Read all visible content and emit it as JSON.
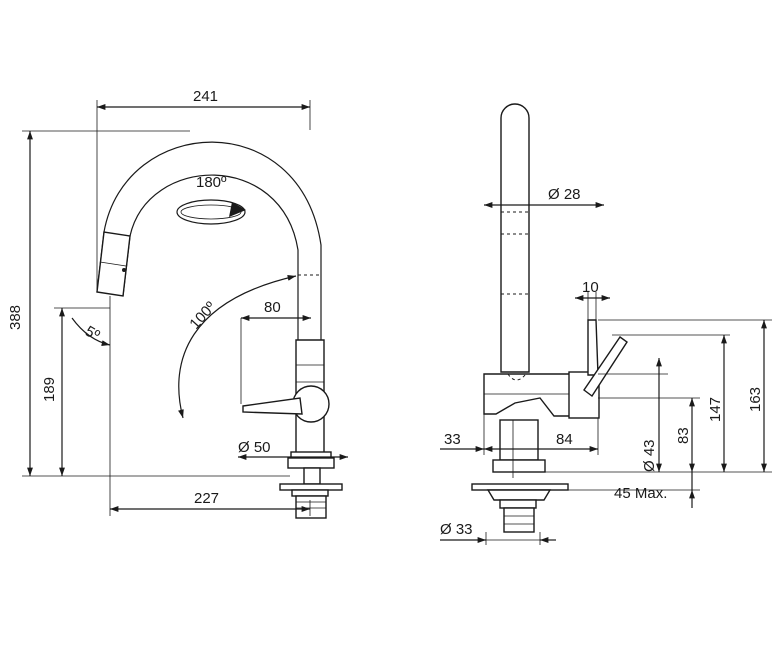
{
  "drawing": {
    "dimensions": {
      "total_reach": "241",
      "total_height": "388",
      "rotation_angle": "180º",
      "spout_angle": "5º",
      "lever_angle": "100º",
      "spout_base_height": "189",
      "lever_offset": "80",
      "base_diameter": "Ø 50",
      "spout_reach": "227",
      "spout_diameter": "Ø 28",
      "lever_width": "10",
      "body_left": "33",
      "body_right": "84",
      "body_diameter": "Ø 43",
      "height_83": "83",
      "height_147": "147",
      "height_163": "163",
      "mount_thickness": "45 Max.",
      "hole_diameter": "Ø 33"
    }
  }
}
